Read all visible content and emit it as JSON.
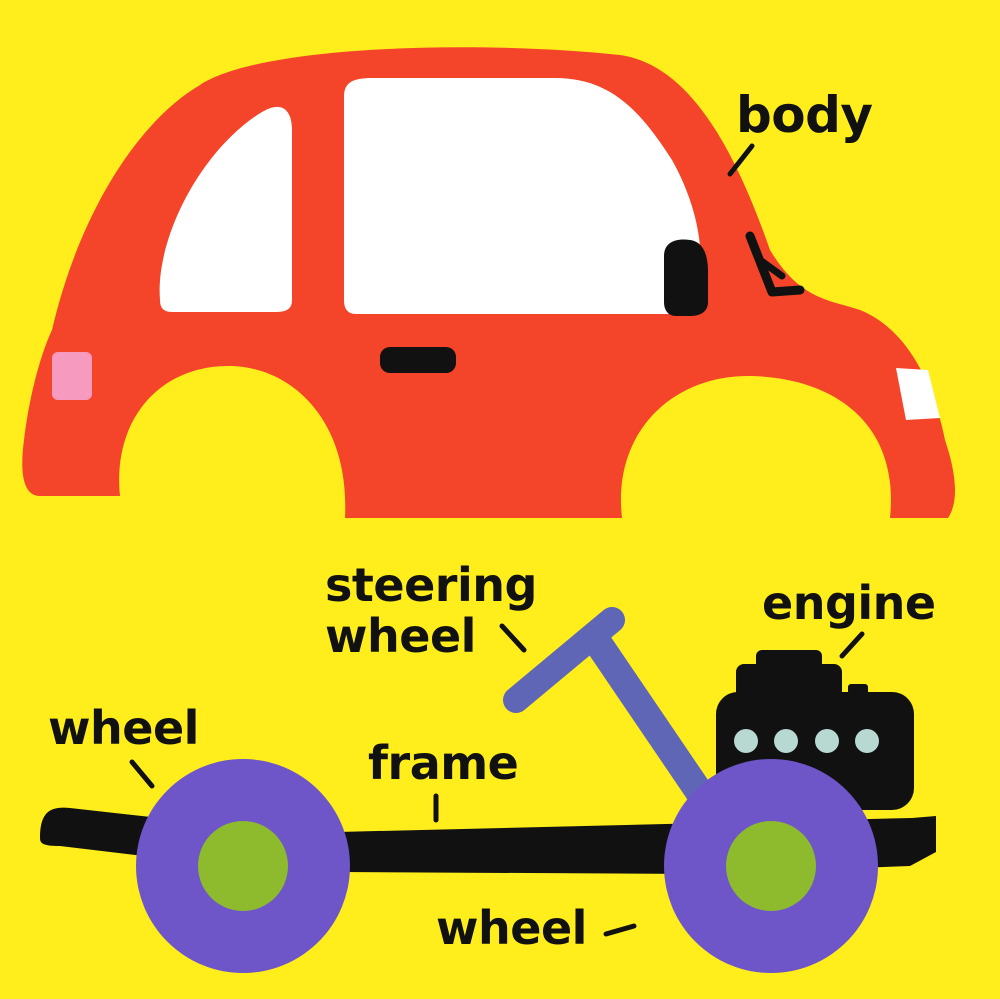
{
  "labels": {
    "body": "body",
    "steering_line1": "steering",
    "steering_line2": "wheel",
    "engine": "engine",
    "wheel_left": "wheel",
    "frame": "frame",
    "wheel_bottom": "wheel"
  },
  "colors": {
    "background": "#ffee1c",
    "car_body": "#f4452a",
    "window": "#ffffff",
    "tail_light": "#f79ac0",
    "headlight": "#ffffff",
    "trim": "#111111",
    "tire": "#6e55c8",
    "hub": "#8dbb2d",
    "steering": "#5f66b6",
    "engine_dots": "#b8d8d2"
  }
}
